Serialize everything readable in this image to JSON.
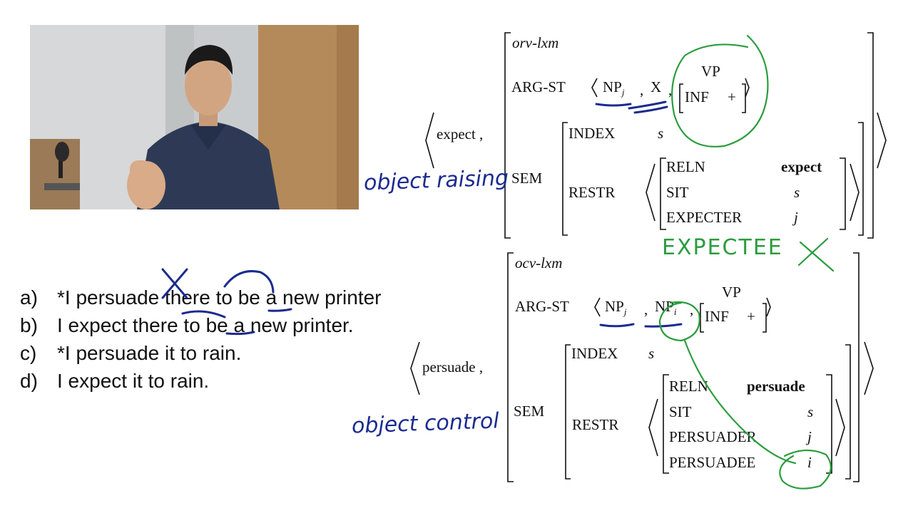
{
  "examples": [
    {
      "label": "a)",
      "text": "*I persuade there to be a new printer"
    },
    {
      "label": "b)",
      "text": "I expect there to be a new printer."
    },
    {
      "label": "c)",
      "text": "*I persuade it to rain."
    },
    {
      "label": "d)",
      "text": "I expect it to rain."
    }
  ],
  "expect_entry": {
    "word": "expect",
    "sep": ",",
    "type": "orv-lxm",
    "argst_label": "ARG-ST",
    "np": "NP",
    "np_sub": "j",
    "x": "X",
    "vp": "VP",
    "inf": "INF",
    "plus": "+",
    "sem": "SEM",
    "index": "INDEX",
    "index_val": "s",
    "restr": "RESTR",
    "reln": "RELN",
    "reln_val": "expect",
    "sit": "SIT",
    "sit_val": "s",
    "role": "EXPECTER",
    "role_val": "j"
  },
  "persuade_entry": {
    "word": "persuade",
    "sep": ",",
    "type": "ocv-lxm",
    "argst_label": "ARG-ST",
    "np": "NP",
    "np_sub": "j",
    "np2": "NP",
    "np2_sub": "i",
    "vp": "VP",
    "inf": "INF",
    "plus": "+",
    "sem": "SEM",
    "index": "INDEX",
    "index_val": "s",
    "restr": "RESTR",
    "reln": "RELN",
    "reln_val": "persuade",
    "sit": "SIT",
    "sit_val": "s",
    "role1": "PERSUADER",
    "role1_val": "j",
    "role2": "PERSUADEE",
    "role2_val": "i"
  },
  "annotations": {
    "object_raising": "object raising",
    "object_control": "object control",
    "expectee": "EXPECTEE",
    "x_mark": "X"
  },
  "colors": {
    "ink_blue": "#1b2b8f",
    "ink_green": "#2a9d3e",
    "text": "#111111"
  }
}
